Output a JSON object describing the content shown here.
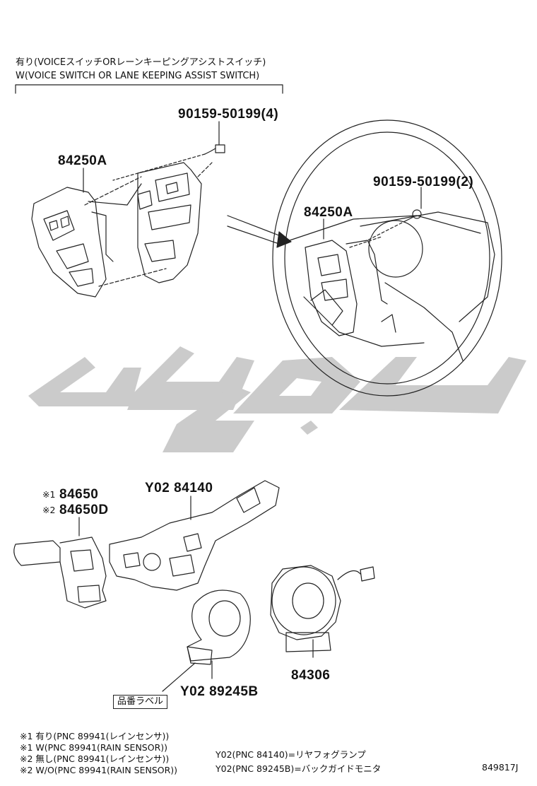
{
  "header": {
    "line_jp": "有り(VOICEスイッチORレーンキーピングアシストスイッチ)",
    "line_en": "W(VOICE SWITCH OR LANE KEEPING ASSIST SWITCH)"
  },
  "parts": {
    "screw_4": "90159-50199(4)",
    "switch_left": "84250A",
    "screw_2": "90159-50199(2)",
    "switch_wheel": "84250A",
    "wiper_mark1": "※1",
    "wiper_pn1": "84650",
    "wiper_mark2": "※2",
    "wiper_pn2": "84650D",
    "headlamp": "Y02 84140",
    "spiral_cable": "84306",
    "cover": "Y02 89245B"
  },
  "label_stamp": "品番ラベル",
  "notes": [
    "※1 有り(PNC 89941(レインセンサ))",
    "※1 W(PNC 89941(RAIN SENSOR))",
    "※2 無し(PNC 89941(レインセンサ))",
    "※2 W/O(PNC 89941(RAIN SENSOR))"
  ],
  "y02_notes": [
    "Y02(PNC 84140)=リヤフォグランプ",
    "Y02(PNC 89245B)=バックガイドモニタ"
  ],
  "drawing_code": "849817J",
  "colors": {
    "line": "#222222",
    "watermark": "#c8c8c8"
  }
}
